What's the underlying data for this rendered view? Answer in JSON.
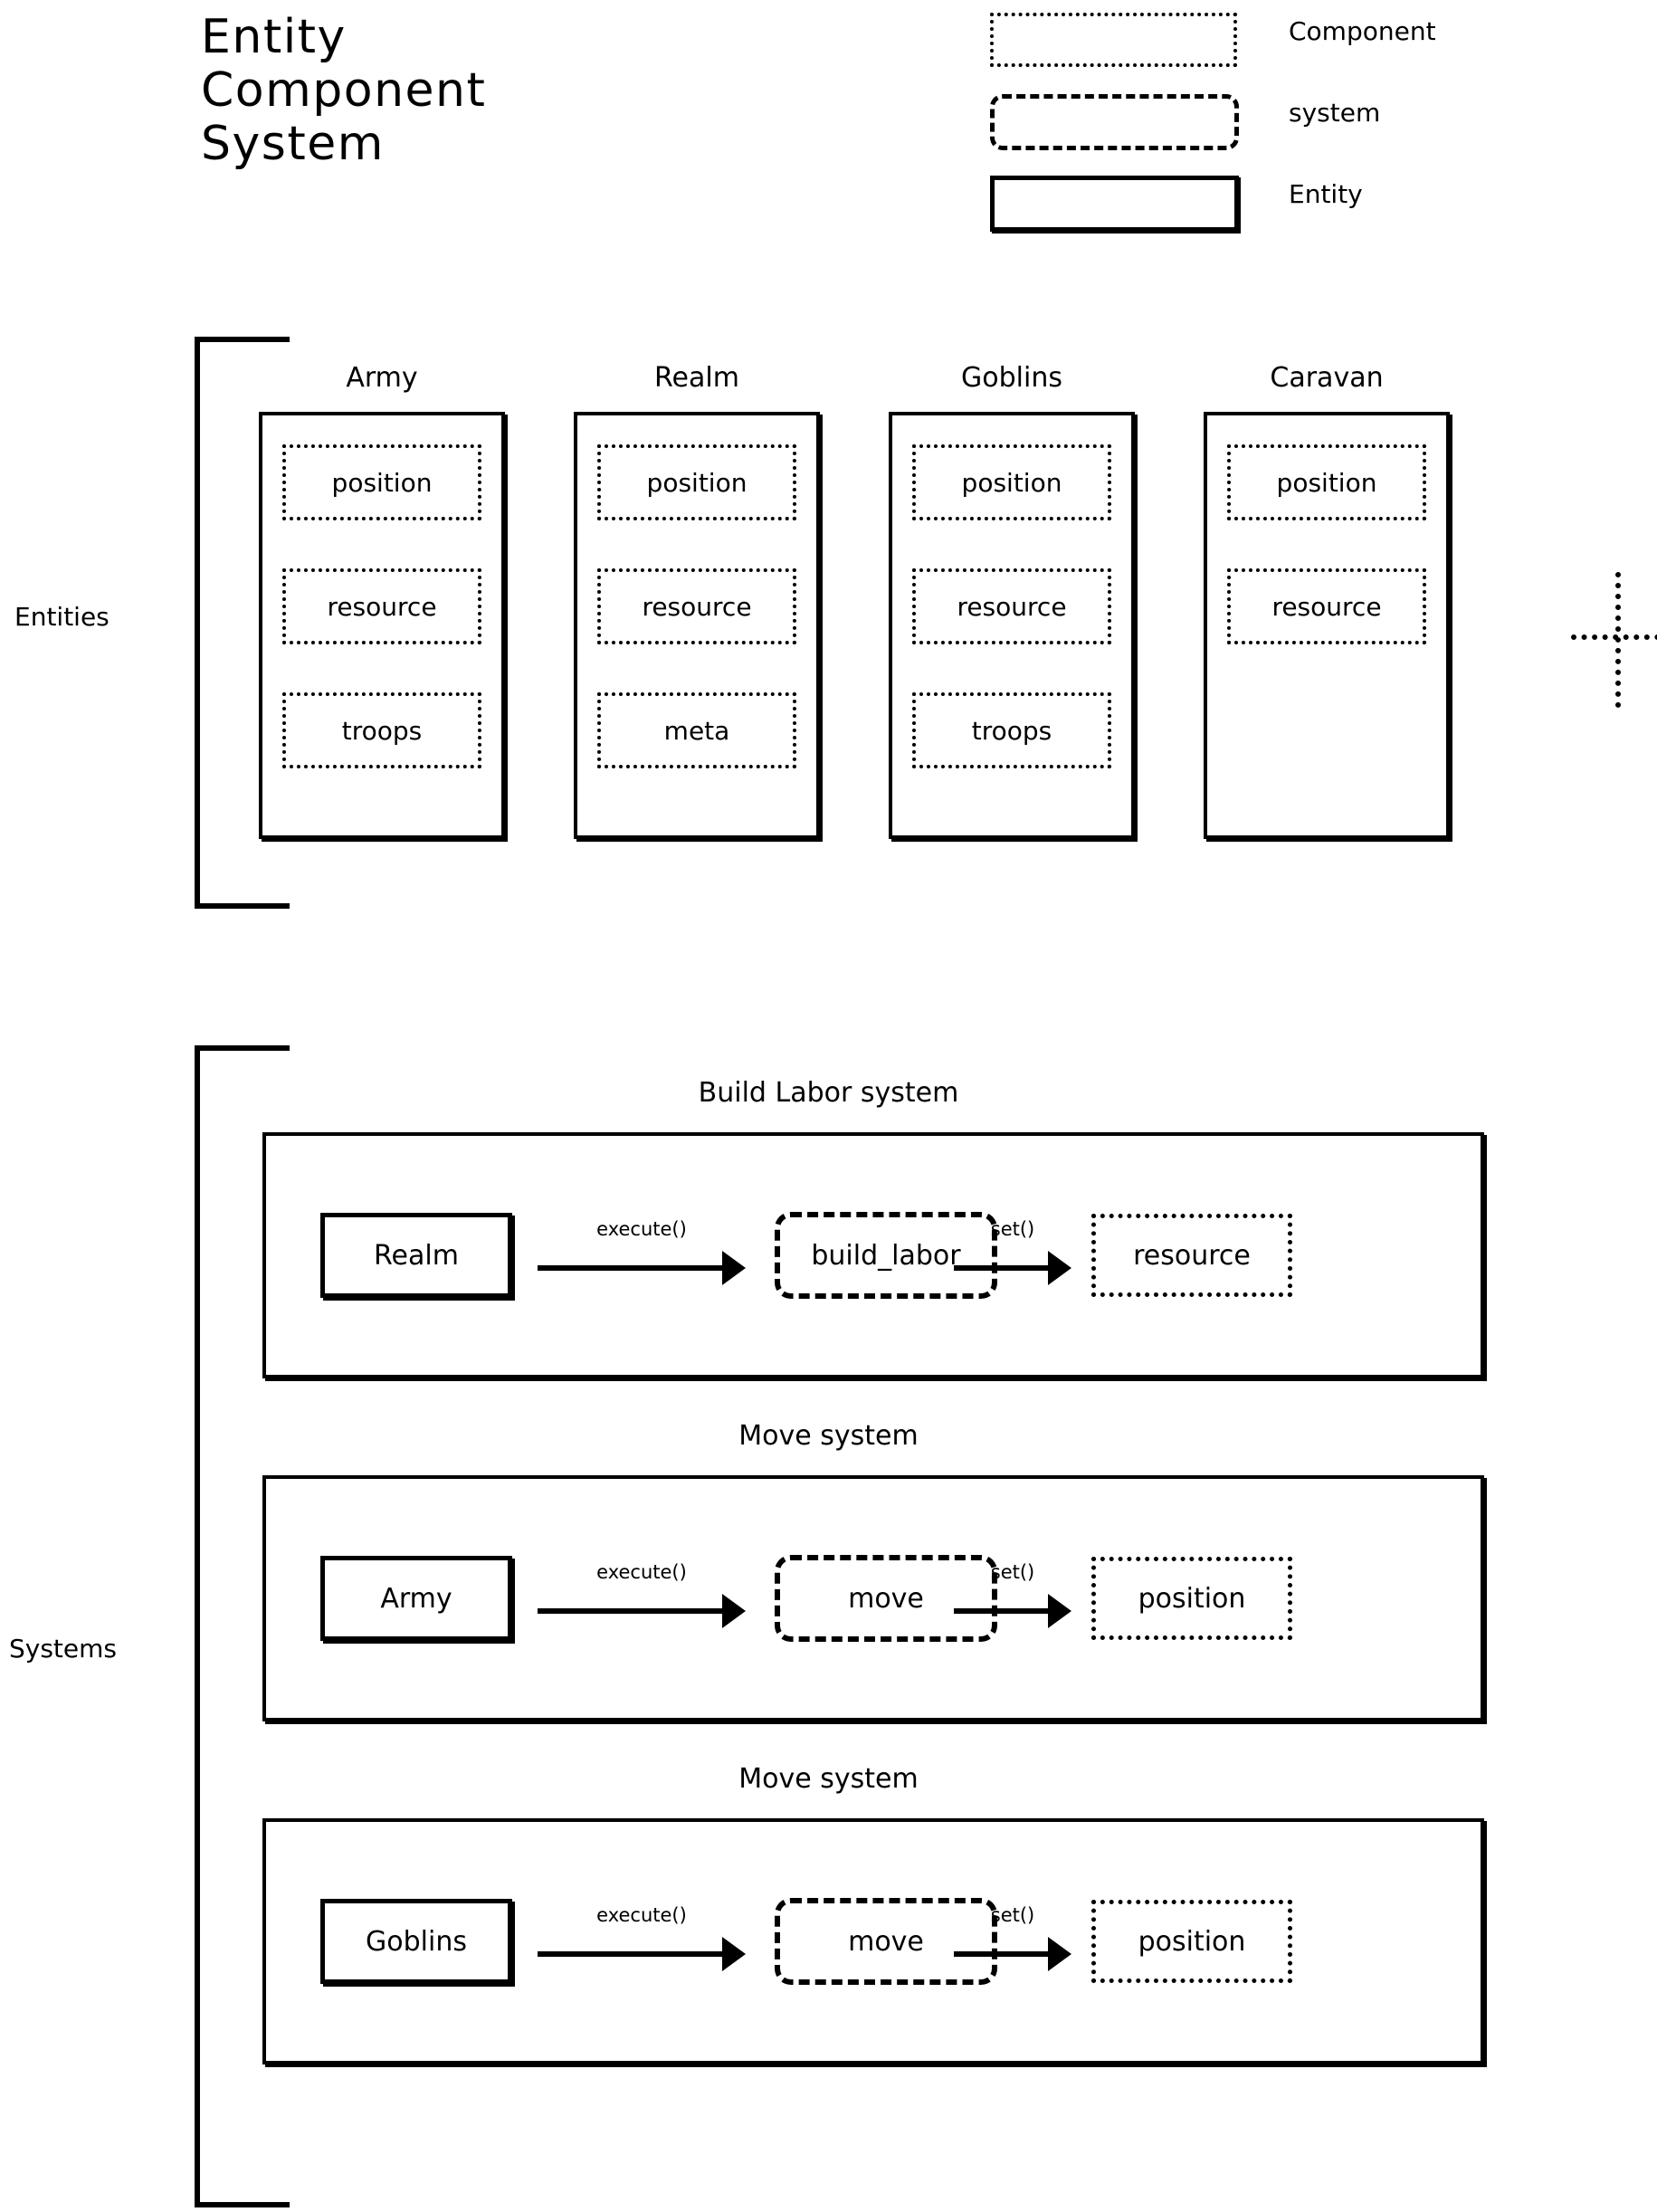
{
  "title": {
    "line1": "Entity",
    "line2": "Component",
    "line3": "System"
  },
  "legend": {
    "items": [
      {
        "label": "Component",
        "style": "dotted",
        "swatch_name": "component-swatch"
      },
      {
        "label": "system",
        "style": "dashed-rounded",
        "swatch_name": "system-swatch"
      },
      {
        "label": "Entity",
        "style": "solid",
        "swatch_name": "entity-swatch"
      }
    ]
  },
  "sections": {
    "entities_label": "Entities",
    "systems_label": "Systems"
  },
  "entities": [
    {
      "name": "Army",
      "components": [
        "position",
        "resource",
        "troops"
      ]
    },
    {
      "name": "Realm",
      "components": [
        "position",
        "resource",
        "meta"
      ]
    },
    {
      "name": "Goblins",
      "components": [
        "position",
        "resource",
        "troops"
      ]
    },
    {
      "name": "Caravan",
      "components": [
        "position",
        "resource"
      ]
    }
  ],
  "systems": [
    {
      "title": "Build Labor system",
      "entity": "Realm",
      "arrow1_label": "execute()",
      "system": "build_labor",
      "arrow2_label": "set()",
      "component": "resource"
    },
    {
      "title": "Move system",
      "entity": "Army",
      "arrow1_label": "execute()",
      "system": "move",
      "arrow2_label": "set()",
      "component": "position"
    },
    {
      "title": "Move system",
      "entity": "Goblins",
      "arrow1_label": "execute()",
      "system": "move",
      "arrow2_label": "set()",
      "component": "position"
    }
  ],
  "colors": {
    "stroke": "#000000",
    "background": "#ffffff"
  }
}
